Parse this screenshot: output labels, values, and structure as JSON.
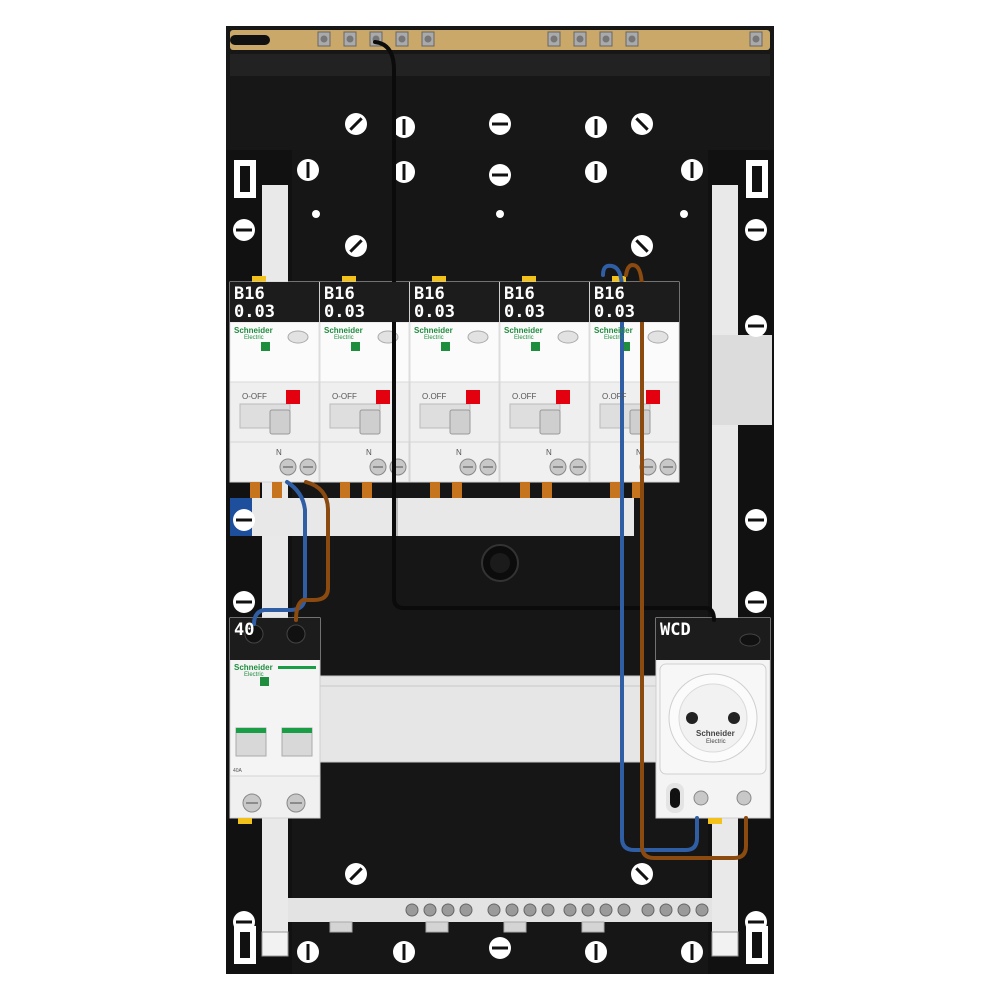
{
  "colors": {
    "panel": "#151515",
    "rail": "#e9e9e9",
    "busbar": "#c9a86a",
    "wire_blue": "#2f5ea5",
    "wire_brown": "#8a4a10",
    "wire_black": "#0b0b0b",
    "toggle_red": "#e3000f",
    "toggle_green": "#1a9e45",
    "brand_green": "#1f8d3e",
    "neutral_blue": "#1d4f9c"
  },
  "rcbo_modules": [
    {
      "rating": "B16",
      "sensitivity": "0.03",
      "off_label": "O-OFF",
      "brand": "Schneider",
      "brand_sub": "Electric",
      "n_label": "N"
    },
    {
      "rating": "B16",
      "sensitivity": "0.03",
      "off_label": "O-OFF",
      "brand": "Schneider",
      "brand_sub": "Electric",
      "n_label": "N"
    },
    {
      "rating": "B16",
      "sensitivity": "0.03",
      "off_label": "O.OFF",
      "brand": "Schneider",
      "brand_sub": "Electric",
      "n_label": "N"
    },
    {
      "rating": "B16",
      "sensitivity": "0.03",
      "off_label": "O.OFF",
      "brand": "Schneider",
      "brand_sub": "Electric",
      "n_label": "N"
    },
    {
      "rating": "B16",
      "sensitivity": "0.03",
      "off_label": "O.OFF",
      "brand": "Schneider",
      "brand_sub": "Electric",
      "n_label": "N"
    }
  ],
  "main_switch": {
    "label": "40",
    "brand": "Schneider",
    "brand_sub": "Electric",
    "rating_text": "40A"
  },
  "socket": {
    "label": "WCD",
    "brand": "Schneider",
    "brand_sub": "Electric"
  },
  "icons": {
    "slot": "mounting-slot-icon",
    "screw": "terminal-screw-icon",
    "ground": "ground-socket-icon"
  }
}
